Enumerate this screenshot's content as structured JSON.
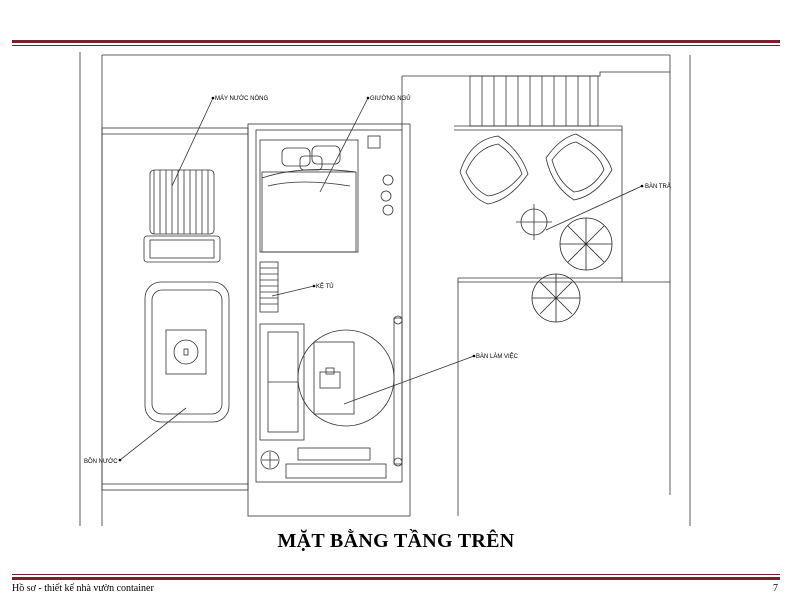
{
  "plan": {
    "title": "MẶT BẰNG TẦNG TRÊN",
    "labels": {
      "water_heater": "MÁY NƯỚC NÓNG",
      "bed": "GIƯỜNG NGỦ",
      "tea_table": "BÀN TRÀ",
      "shelf": "KỆ TỦ",
      "desk": "BÀN LÀM VIỆC",
      "water_tank": "BỒN NƯỚC"
    }
  },
  "footer": {
    "document_title": "Hồ sơ - thiết kế nhà vườn container",
    "page_number": "7"
  },
  "colors": {
    "rule": "#7a1f2b",
    "line": "#333333"
  }
}
